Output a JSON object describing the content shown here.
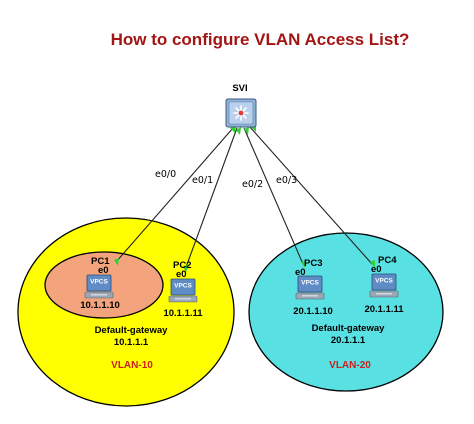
{
  "title": "How to configure VLAN Access List?",
  "switch": {
    "label": "SVI",
    "icon": "layer3-switch-icon"
  },
  "links": [
    {
      "label": "e0/0",
      "from": "SVI",
      "to": "PC1"
    },
    {
      "label": "e0/1",
      "from": "SVI",
      "to": "PC2"
    },
    {
      "label": "e0/2",
      "from": "SVI",
      "to": "PC3"
    },
    {
      "label": "e0/3",
      "from": "SVI",
      "to": "PC4"
    }
  ],
  "vlans": [
    {
      "name": "VLAN-10",
      "gateway_label": "Default-gateway",
      "gateway_ip": "10.1.1.1",
      "color": "#ffff00"
    },
    {
      "name": "VLAN-20",
      "gateway_label": "Default-gateway",
      "gateway_ip": "20.1.1.1",
      "color": "#59e0e3"
    }
  ],
  "hosts": [
    {
      "name": "PC1",
      "port": "e0",
      "badge": "VPCS",
      "ip": "10.1.1.10",
      "vlan": "VLAN-10",
      "highlight_color": "#f3a47c"
    },
    {
      "name": "PC2",
      "port": "e0",
      "badge": "VPCS",
      "ip": "10.1.1.11",
      "vlan": "VLAN-10"
    },
    {
      "name": "PC3",
      "port": "e0",
      "badge": "VPCS",
      "ip": "20.1.1.10",
      "vlan": "VLAN-20"
    },
    {
      "name": "PC4",
      "port": "e0",
      "badge": "VPCS",
      "ip": "20.1.1.11",
      "vlan": "VLAN-20"
    }
  ],
  "colors": {
    "link": "#222222",
    "port_up": "#2fd12f",
    "title": "#a31515",
    "vlan_label": "#cc1f1f"
  }
}
